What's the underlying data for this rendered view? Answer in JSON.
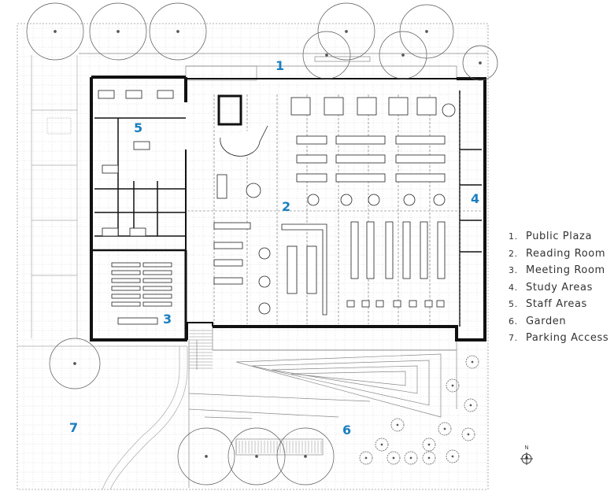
{
  "plan_labels": {
    "n1": "1",
    "n2": "2",
    "n3": "3",
    "n4": "4",
    "n5": "5",
    "n6": "6",
    "n7": "7"
  },
  "legend": [
    {
      "num": "1.",
      "label": "Public Plaza"
    },
    {
      "num": "2.",
      "label": "Reading Room"
    },
    {
      "num": "3.",
      "label": "Meeting Room"
    },
    {
      "num": "4.",
      "label": "Study Areas"
    },
    {
      "num": "5.",
      "label": "Staff Areas"
    },
    {
      "num": "6.",
      "label": "Garden"
    },
    {
      "num": "7.",
      "label": "Parking Access"
    }
  ],
  "north_label": "N",
  "colors": {
    "label": "#1a7fc1",
    "line": "#222222",
    "legend_text": "#333333"
  }
}
